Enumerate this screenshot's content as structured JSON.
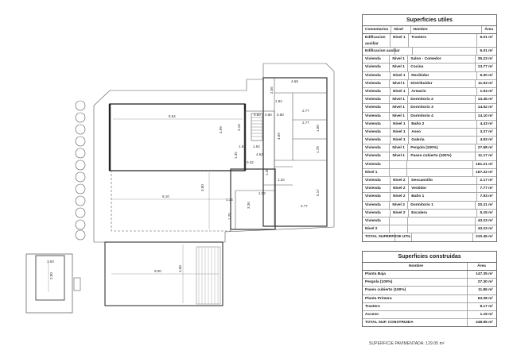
{
  "plan": {
    "dims": [
      "8.54",
      "4.99",
      "3.10",
      "0.80",
      "0.80",
      "0.80",
      "1.62",
      "1.62",
      "2.56",
      "4.69",
      "2.77",
      "1.82",
      "4.69",
      "1.60",
      "2.77",
      "1.78",
      "4.62",
      "1.35",
      "0.42",
      "1.02",
      "1.35",
      "1.20",
      "8.10",
      "3.00",
      "1.14",
      "3.36",
      "2.77",
      "5.17",
      "1.75",
      "2.00",
      "3.00",
      "9.00",
      "4.00"
    ]
  },
  "table_utiles": {
    "title": "Superficies utiles",
    "headers": [
      "Comentarios",
      "Nivel",
      "Nombre",
      "Área"
    ],
    "rows": [
      [
        "Edificacion auxiliar",
        "Nivel 1",
        "Trastero",
        "6.01 m²"
      ],
      [
        "Edificacion auxiliar",
        "",
        "",
        "6.01 m²"
      ],
      [
        "Vivienda",
        "Nivel 1",
        "Salon - Comedor",
        "35.23 m²"
      ],
      [
        "Vivienda",
        "Nivel 1",
        "Cocina",
        "13.77 m²"
      ],
      [
        "Vivienda",
        "Nivel 1",
        "Recibidor",
        "5.00 m²"
      ],
      [
        "Vivienda",
        "Nivel 1",
        "Distribuidor",
        "11.93 m²"
      ],
      [
        "Vivienda",
        "Nivel 1",
        "Armario",
        "1.93 m²"
      ],
      [
        "Vivienda",
        "Nivel 1",
        "Dormitorio 2",
        "13.45 m²"
      ],
      [
        "Vivienda",
        "Nivel 1",
        "Dormitorio 3",
        "14.52 m²"
      ],
      [
        "Vivienda",
        "Nivel 1",
        "Dormitorio 4",
        "14.10 m²"
      ],
      [
        "Vivienda",
        "Nivel 1",
        "Baño 2",
        "4.43 m²"
      ],
      [
        "Vivienda",
        "Nivel 1",
        "Aseo",
        "3.27 m²"
      ],
      [
        "Vivienda",
        "Nivel 1",
        "Galeria",
        "4.93 m²"
      ],
      [
        "Vivienda",
        "Nivel 1",
        "Pergola (100%)",
        "27.68 m²"
      ],
      [
        "Vivienda",
        "Nivel 1",
        "Paseo cubierto (100%)",
        "11.17 m²"
      ],
      [
        "Vivienda",
        "",
        "",
        "161.21 m²"
      ],
      [
        "Nivel 1",
        "",
        "",
        "167.22 m²"
      ],
      [
        "Vivienda",
        "Nivel 2",
        "Descansillo",
        "2.17 m²"
      ],
      [
        "Vivienda",
        "Nivel 2",
        "Vestidor",
        "7.77 m²"
      ],
      [
        "Vivienda",
        "Nivel 2",
        "Baño 1",
        "7.93 m²"
      ],
      [
        "Vivienda",
        "Nivel 2",
        "Dormitorio 1",
        "20.21 m²"
      ],
      [
        "Vivienda",
        "Nivel 2",
        "Escalera",
        "5.15 m²"
      ],
      [
        "Vivienda",
        "",
        "",
        "43.23 m²"
      ],
      [
        "Nivel 2",
        "",
        "",
        "43.23 m²"
      ],
      [
        "TOTAL SUPERFICIE UTIL",
        "",
        "",
        "210.45 m²"
      ]
    ]
  },
  "table_construidas": {
    "title": "Superficies construidas",
    "headers": [
      "Nombre",
      "Área"
    ],
    "rows": [
      [
        "Planta Baja",
        "147.35 m²"
      ],
      [
        "Pergola (100%)",
        "27.30 m²"
      ],
      [
        "Paseo cubierto (100%)",
        "11.86 m²"
      ],
      [
        "Planta Primera",
        "53.08 m²"
      ],
      [
        "Trastero",
        "8.17 m²"
      ],
      [
        "Acceso",
        "1.19 m²"
      ],
      [
        "TOTAL SUP. CONSTRUIDA",
        "248.95 m²"
      ]
    ]
  },
  "footnote": "SUPERFICIE PAVIMENTADA: 129.05 m²"
}
